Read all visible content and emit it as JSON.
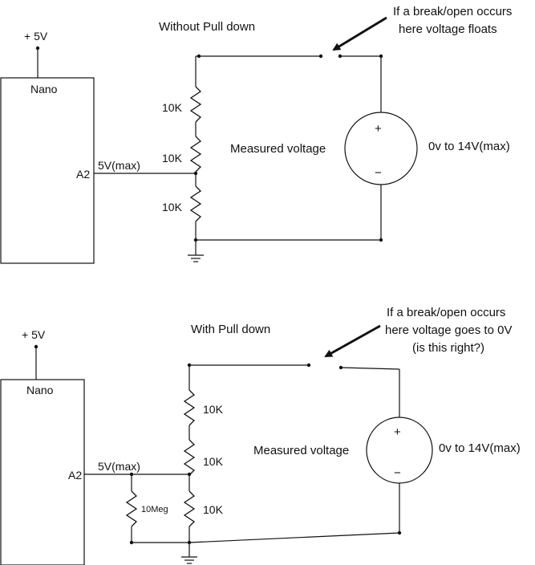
{
  "diagram1": {
    "title": "Without Pull down",
    "supply": "+ 5V",
    "mcu": "Nano",
    "pin": "A2",
    "pin_voltage": "5V(max)",
    "resistors": [
      "10K",
      "10K",
      "10K"
    ],
    "measured": "Measured  voltage",
    "source_range": "0v to 14V(max)",
    "source_plus": "+",
    "source_minus": "−",
    "annotation_lines": [
      "If a break/open occurs",
      "here voltage floats"
    ]
  },
  "diagram2": {
    "title": "With Pull down",
    "supply": "+ 5V",
    "mcu": "Nano",
    "pin": "A2",
    "pin_voltage": "5V(max)",
    "resistors": [
      "10K",
      "10K",
      "10K"
    ],
    "pulldown": "10Meg",
    "measured": "Measured  voltage",
    "source_range": "0v to 14V(max)",
    "source_plus": "+",
    "source_minus": "−",
    "annotation_lines": [
      "If a break/open occurs",
      "here voltage goes to 0V",
      "(is this right?)"
    ]
  }
}
